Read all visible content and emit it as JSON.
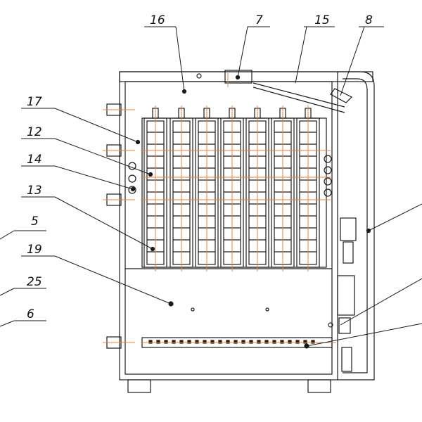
{
  "callouts": [
    {
      "id": "c16",
      "label": "16"
    },
    {
      "id": "c7",
      "label": "7"
    },
    {
      "id": "c15",
      "label": "15"
    },
    {
      "id": "c8",
      "label": "8"
    },
    {
      "id": "c17",
      "label": "17"
    },
    {
      "id": "c12",
      "label": "12"
    },
    {
      "id": "c14",
      "label": "14"
    },
    {
      "id": "c13",
      "label": "13"
    },
    {
      "id": "c5",
      "label": "5"
    },
    {
      "id": "c19",
      "label": "19"
    },
    {
      "id": "c25",
      "label": "25"
    },
    {
      "id": "c6",
      "label": "6"
    }
  ],
  "colors": {
    "line": "#1a1a1a",
    "centerline": "#e8833a",
    "background": "#ffffff"
  }
}
